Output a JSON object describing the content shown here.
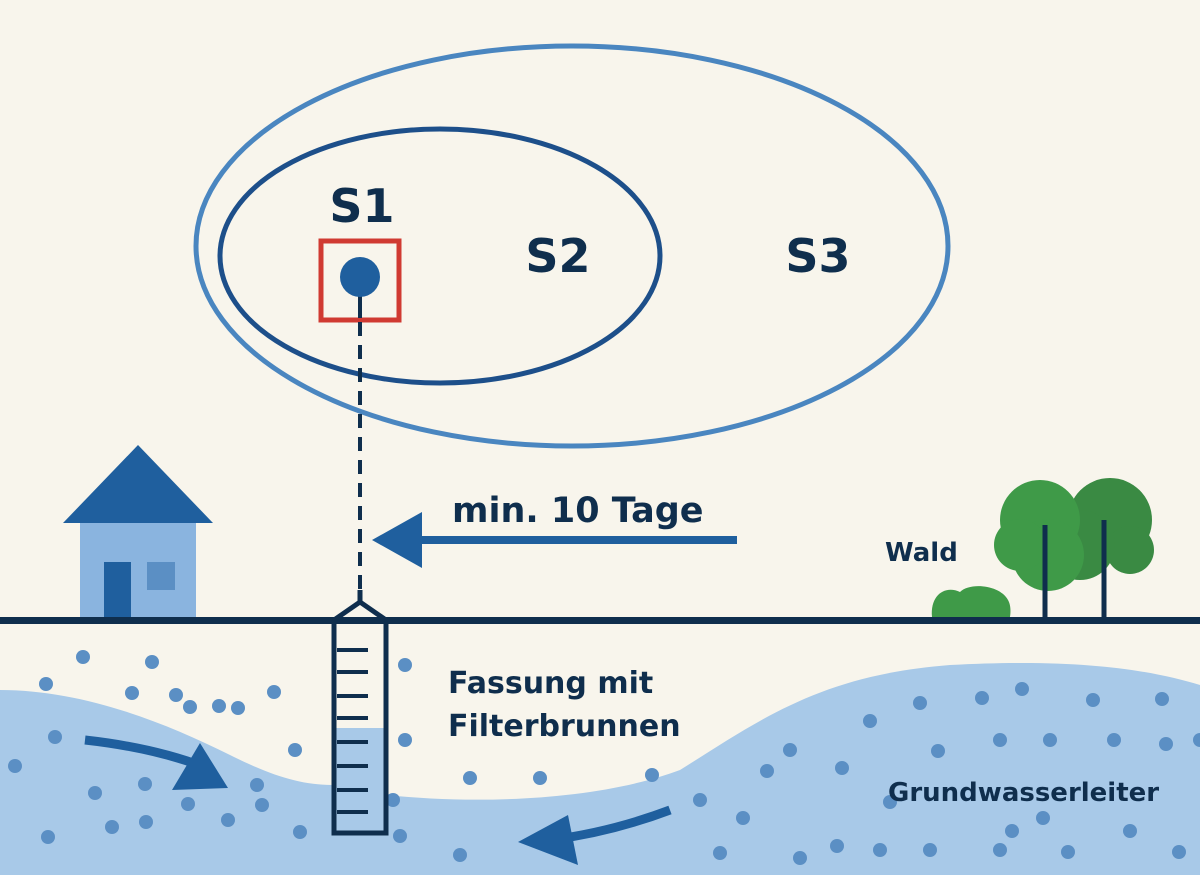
{
  "zones": {
    "s1": "S1",
    "s2": "S2",
    "s3": "S3"
  },
  "labels": {
    "travel_time": "min. 10 Tage",
    "forest": "Wald",
    "well_line1": "Fassung mit",
    "well_line2": "Filterbrunnen",
    "aquifer": "Grundwasserleiter"
  },
  "colors": {
    "background": "#f8f5ec",
    "dark": "#0f2e4d",
    "zone_s3": "#4a86c0",
    "zone_s2": "#1d4f8a",
    "s1_box": "#d03a32",
    "arrow": "#1f5f9e",
    "water": "#a8c9e8",
    "dots": "#5b8fc4",
    "tree": "#3f9a48"
  }
}
